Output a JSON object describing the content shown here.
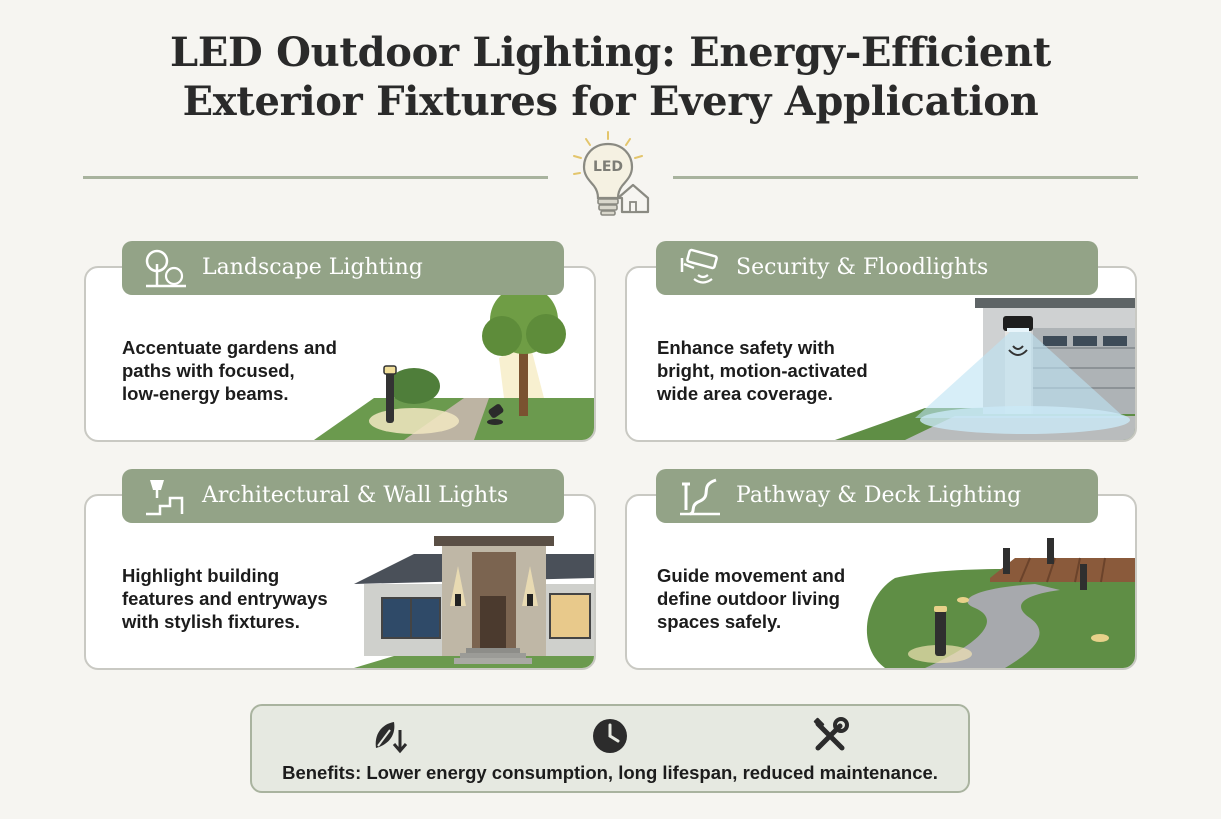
{
  "header": {
    "title_line1": "LED Outdoor Lighting: Energy-Efficient",
    "title_line2": "Exterior Fixtures for Every Application",
    "badge_text": "LED"
  },
  "cards": [
    {
      "title": "Landscape Lighting",
      "icon": "tree-icon",
      "desc_lines": [
        "Accentuate gardens and",
        "paths with focused,",
        "low-energy beams."
      ]
    },
    {
      "title": "Security & Floodlights",
      "icon": "security-camera-icon",
      "desc_lines": [
        "Enhance safety with",
        "bright, motion-activated",
        "wide area coverage."
      ]
    },
    {
      "title": "Architectural & Wall Lights",
      "icon": "wall-light-icon",
      "desc_lines": [
        "Highlight building",
        "features and entryways",
        "with stylish fixtures."
      ]
    },
    {
      "title": "Pathway & Deck Lighting",
      "icon": "pathway-icon",
      "desc_lines": [
        "Guide movement and",
        "define outdoor living",
        "spaces safely."
      ]
    }
  ],
  "benefits": {
    "icons": [
      "leaf-down-icon",
      "clock-icon",
      "tools-icon"
    ],
    "text": "Benefits: Lower energy consumption, long lifespan, reduced maintenance."
  },
  "colors": {
    "background": "#f6f5f1",
    "banner": "#93a387",
    "rule": "#a8b39e",
    "benefits_bg": "#e6e9e1"
  }
}
